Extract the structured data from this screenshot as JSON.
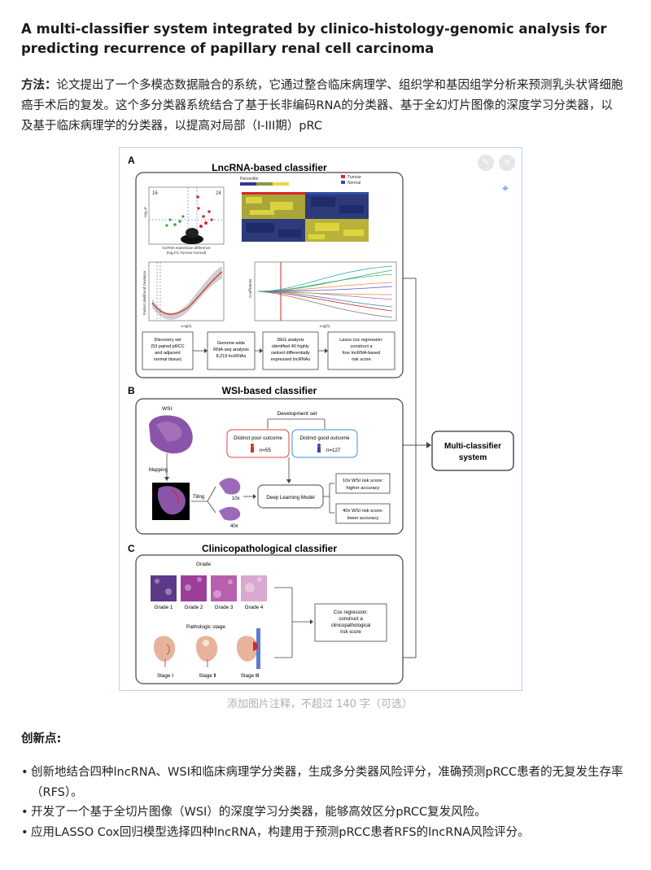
{
  "article": {
    "title": "A multi-classifier system integrated by clinico-histology-genomic analysis for predicting recurrence of papillary renal cell carcinoma",
    "method_label": "方法：",
    "method_text": "论文提出了一个多模态数据融合的系统，它通过整合临床病理学、组织学和基因组学分析来预测乳头状肾细胞癌手术后的复发。这个多分类器系统结合了基于长非编码RNA的分类器、基于全幻灯片图像的深度学习分类器，以及基于临床病理学的分类器，以提高对局部（I-III期）pRC",
    "caption_placeholder": "添加图片注释，不超过 140 字（可选）",
    "innovation_label": "创新点:",
    "bullets": [
      "创新地结合四种lncRNA、WSI和临床病理学分类器，生成多分类器风险评分，准确预测pRCC患者的无复发生存率（RFS）。",
      "开发了一个基于全切片图像（WSI）的深度学习分类器，能够高效区分pRCC复发风险。",
      "应用LASSO Cox回归模型选择四种lncRNA，构建用于预测pRCC患者RFS的lncRNA风险评分。"
    ]
  },
  "figure": {
    "panel_a": {
      "letter": "A",
      "title": "LncRNA-based classifier",
      "volcano_xlabel": "lncRNA expression difference",
      "volcano_xlabel2": "(log₂FC,Tumour-normal)",
      "volcano_ylabel": "-log₁₀P",
      "volcano_left_count": "16",
      "volcano_right_count": "24",
      "heatmap_percentile": "Percentile",
      "legend_tumour": "Tumour",
      "legend_normal": "Normal",
      "cv_ylabel": "Partial Likelihood Deviance",
      "cv_xlabel": "Log(λ)",
      "coef_ylabel": "Coefficients",
      "coef_xlabel": "Log(λ)",
      "steps": [
        [
          "Discovery set",
          "(53 paired pRCC",
          "and adjacent",
          "normal tissue)"
        ],
        [
          "Genome-wide",
          "RNA-seq analysis",
          "8,219 lncRNAs"
        ],
        [
          "DEG analysis",
          "identified 40 highly",
          "ranked differentially",
          "expressed lncRNAs"
        ],
        [
          "Lasso cox regression:",
          "construct a",
          "four lncRNA-based",
          "risk score"
        ]
      ]
    },
    "panel_b": {
      "letter": "B",
      "title": "WSI-based classifier",
      "wsi_label": "WSI",
      "mapping_label": "Mapping",
      "tiling_label": "Tiling",
      "dev_set": "Development set",
      "poor_outcome": "Distinct poor outcome",
      "poor_n": "n=55",
      "good_outcome": "Distinct good outcome",
      "good_n": "n=127",
      "mag_10x": "10x",
      "mag_40x": "40x",
      "deep_learning": "Deep Learning Model",
      "score_10x": [
        "10x WSI risk score:",
        "higher  accuracy"
      ],
      "score_40x": [
        "40x WSI risk score:",
        "lower  accuracy"
      ]
    },
    "multi_classifier": [
      "Multi-classifier",
      "system"
    ],
    "panel_c": {
      "letter": "C",
      "title": "Clinicopathological classifier",
      "grade_label": "Grade",
      "grades": [
        "Grade 1",
        "Grade 2",
        "Grade 3",
        "Grade 4"
      ],
      "stage_label": "Pathologic stage",
      "stages": [
        "Stage Ⅰ",
        "Stage Ⅱ",
        "Stage Ⅲ"
      ],
      "cox": [
        "Cox regression:",
        "construct a",
        "clinicopathological",
        "risk score"
      ]
    }
  },
  "colors": {
    "tumour": "#d7262b",
    "normal": "#2f4fa8",
    "poor_border": "#d44",
    "good_border": "#3b8fd6",
    "wsi_purple": "#8a55a8"
  }
}
